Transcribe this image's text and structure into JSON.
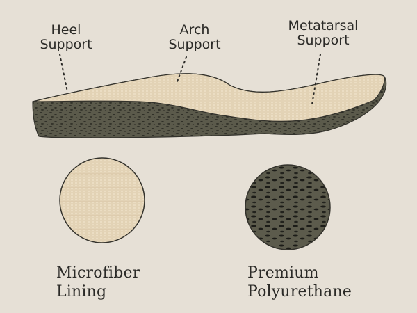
{
  "labels": {
    "heel": {
      "line1": "Heel",
      "line2": "Support"
    },
    "arch": {
      "line1": "Arch",
      "line2": "Support"
    },
    "metatarsal": {
      "line1": "Metatarsal",
      "line2": "Support"
    }
  },
  "materials": {
    "microfiber": {
      "line1": "Microfiber",
      "line2": "Lining"
    },
    "polyurethane": {
      "line1": "Premium",
      "line2": "Polyurethane"
    }
  },
  "colors": {
    "background": "#e6e0d6",
    "lining": "#e8d9bd",
    "foam": "#5b5a4b",
    "foam_speck": "#1e1e1a",
    "outline": "#33322c",
    "text": "#2b2a27"
  },
  "icons": {
    "insole": "insole-cross-section-illustration",
    "microfiber_swatch": "microfiber-texture-swatch",
    "polyurethane_swatch": "polyurethane-texture-swatch"
  }
}
